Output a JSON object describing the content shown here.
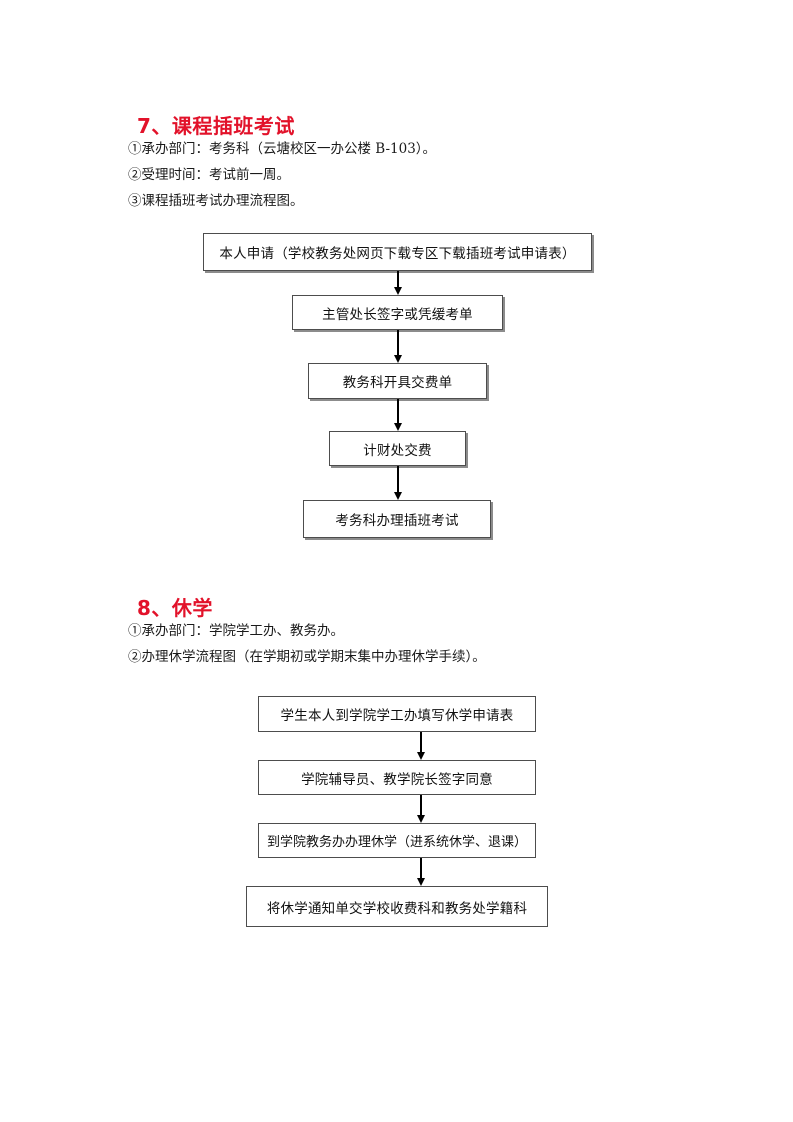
{
  "document": {
    "sections": [
      {
        "id": "section-7",
        "heading": "7、课程插班考试",
        "heading_color": "#e2122a",
        "lines": [
          "①承办部门：考务科（云塘校区一办公楼 B-103）。",
          "②受理时间：考试前一周。",
          "③课程插班考试办理流程图。"
        ],
        "flowchart": {
          "id": "flowchart-course-transfer-exam",
          "steps": [
            "本人申请（学校教务处网页下载专区下载插班考试申请表）",
            "主管处长签字或凭缓考单",
            "教务科开具交费单",
            "计财处交费",
            "考务科办理插班考试"
          ]
        }
      },
      {
        "id": "section-8",
        "heading": "8、休学",
        "heading_color": "#e2122a",
        "lines": [
          "①承办部门：学院学工办、教务办。",
          "②办理休学流程图（在学期初或学期末集中办理休学手续）。"
        ],
        "flowchart": {
          "id": "flowchart-suspension",
          "steps": [
            "学生本人到学院学工办填写休学申请表",
            "学院辅导员、教学院长签字同意",
            "到学院教务办办理休学（进系统休学、退课）",
            "将休学通知单交学校收费科和教务处学籍科"
          ]
        }
      }
    ]
  }
}
